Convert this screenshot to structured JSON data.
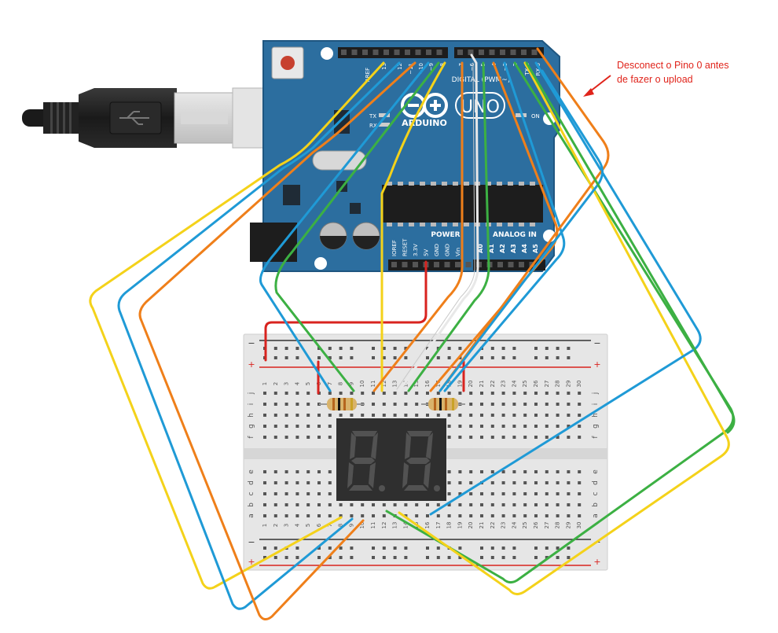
{
  "annotation": {
    "line1": "Desconect o Pino 0 antes",
    "line2": "de fazer o upload"
  },
  "arduino": {
    "brand": "ARDUINO",
    "model": "UNO",
    "digital_label": "DIGITAL (PWM~)",
    "power_label": "POWER",
    "analog_label": "ANALOG IN",
    "tx_label": "TX",
    "rx_label": "RX",
    "on_label": "ON",
    "aref_label": "AREF",
    "top_pins": [
      "13",
      "12",
      "~11",
      "~10",
      "~9",
      "8",
      "7",
      "~6",
      "~5",
      "4",
      "~3",
      "2",
      "TX 1",
      "RX 0"
    ],
    "power_pins": [
      "IOREF",
      "RESET",
      "3.3V",
      "5V",
      "GND",
      "GND",
      "Vin"
    ],
    "analog_pins": [
      "A0",
      "A1",
      "A2",
      "A3",
      "A4",
      "A5"
    ]
  },
  "breadboard": {
    "columns": [
      "1",
      "2",
      "3",
      "4",
      "5",
      "6",
      "7",
      "8",
      "9",
      "10",
      "11",
      "12",
      "13",
      "14",
      "15",
      "16",
      "17",
      "18",
      "19",
      "20",
      "21",
      "22",
      "23",
      "24",
      "25",
      "26",
      "27",
      "28",
      "29",
      "30"
    ],
    "rows_top": [
      "j",
      "i",
      "h",
      "g",
      "f"
    ],
    "rows_bottom": [
      "e",
      "d",
      "c",
      "b",
      "a"
    ],
    "rail_minus": "−",
    "rail_plus": "+"
  },
  "colors": {
    "board": "#2c6e9f",
    "yellow": "#f4d21a",
    "blue": "#1f9ad6",
    "orange": "#ef7f1a",
    "green": "#3cb043",
    "red": "#d8231f",
    "white": "#f5f5f5"
  }
}
